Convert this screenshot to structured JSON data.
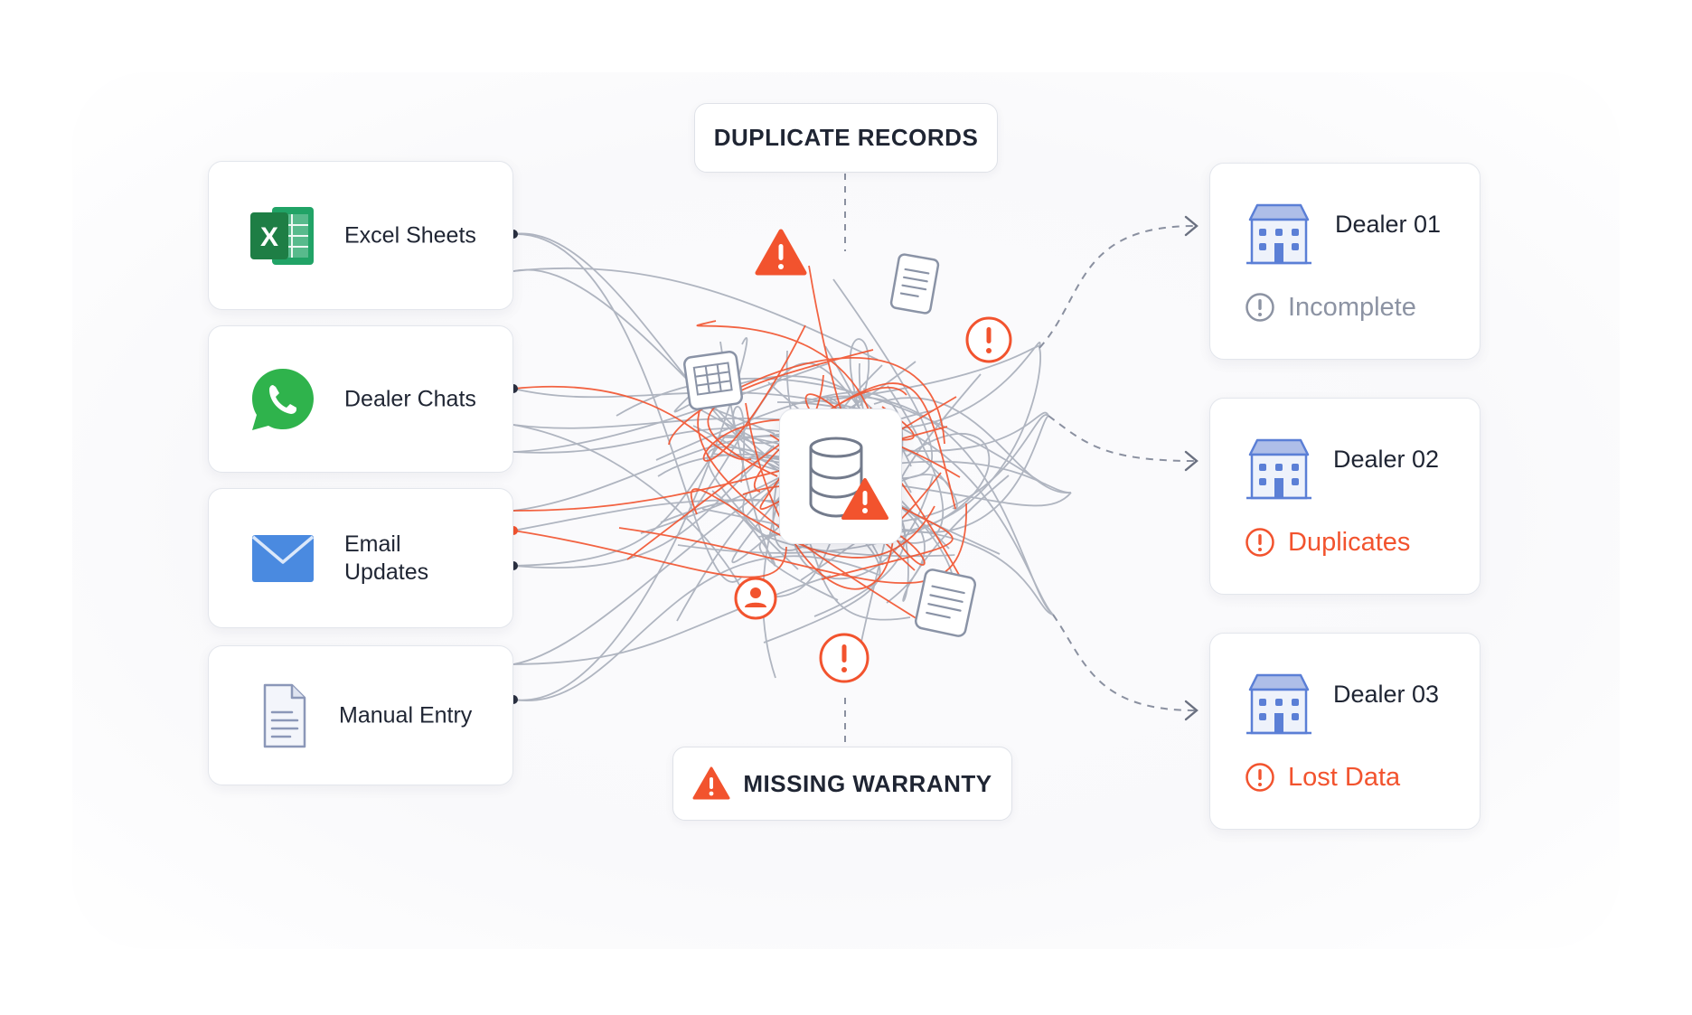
{
  "sources": [
    {
      "label": "Excel Sheets",
      "icon": "excel-icon"
    },
    {
      "label": "Dealer Chats",
      "icon": "whatsapp-icon"
    },
    {
      "label": "Email\nUpdates",
      "icon": "envelope-icon"
    },
    {
      "label": "Manual Entry",
      "icon": "document-icon"
    }
  ],
  "callouts": {
    "top": "DUPLICATE RECORDS",
    "bottom": "MISSING WARRANTY"
  },
  "hub": {
    "icon": "database-warning-icon"
  },
  "dealers": [
    {
      "name": "Dealer 01",
      "status": "Incomplete",
      "status_color": "#8c93a3",
      "icon": "building-icon"
    },
    {
      "name": "Dealer 02",
      "status": "Duplicates",
      "status_color": "#f2532e",
      "icon": "building-icon"
    },
    {
      "name": "Dealer 03",
      "status": "Lost Data",
      "status_color": "#f2532e",
      "icon": "building-icon"
    }
  ],
  "colors": {
    "accent_red": "#f2532e",
    "wire_gray": "#9aa0ad",
    "building_blue": "#5b7fd6",
    "excel_green": "#1e7e45",
    "whatsapp_green": "#2fb34c",
    "mail_blue": "#4a8ae0"
  }
}
